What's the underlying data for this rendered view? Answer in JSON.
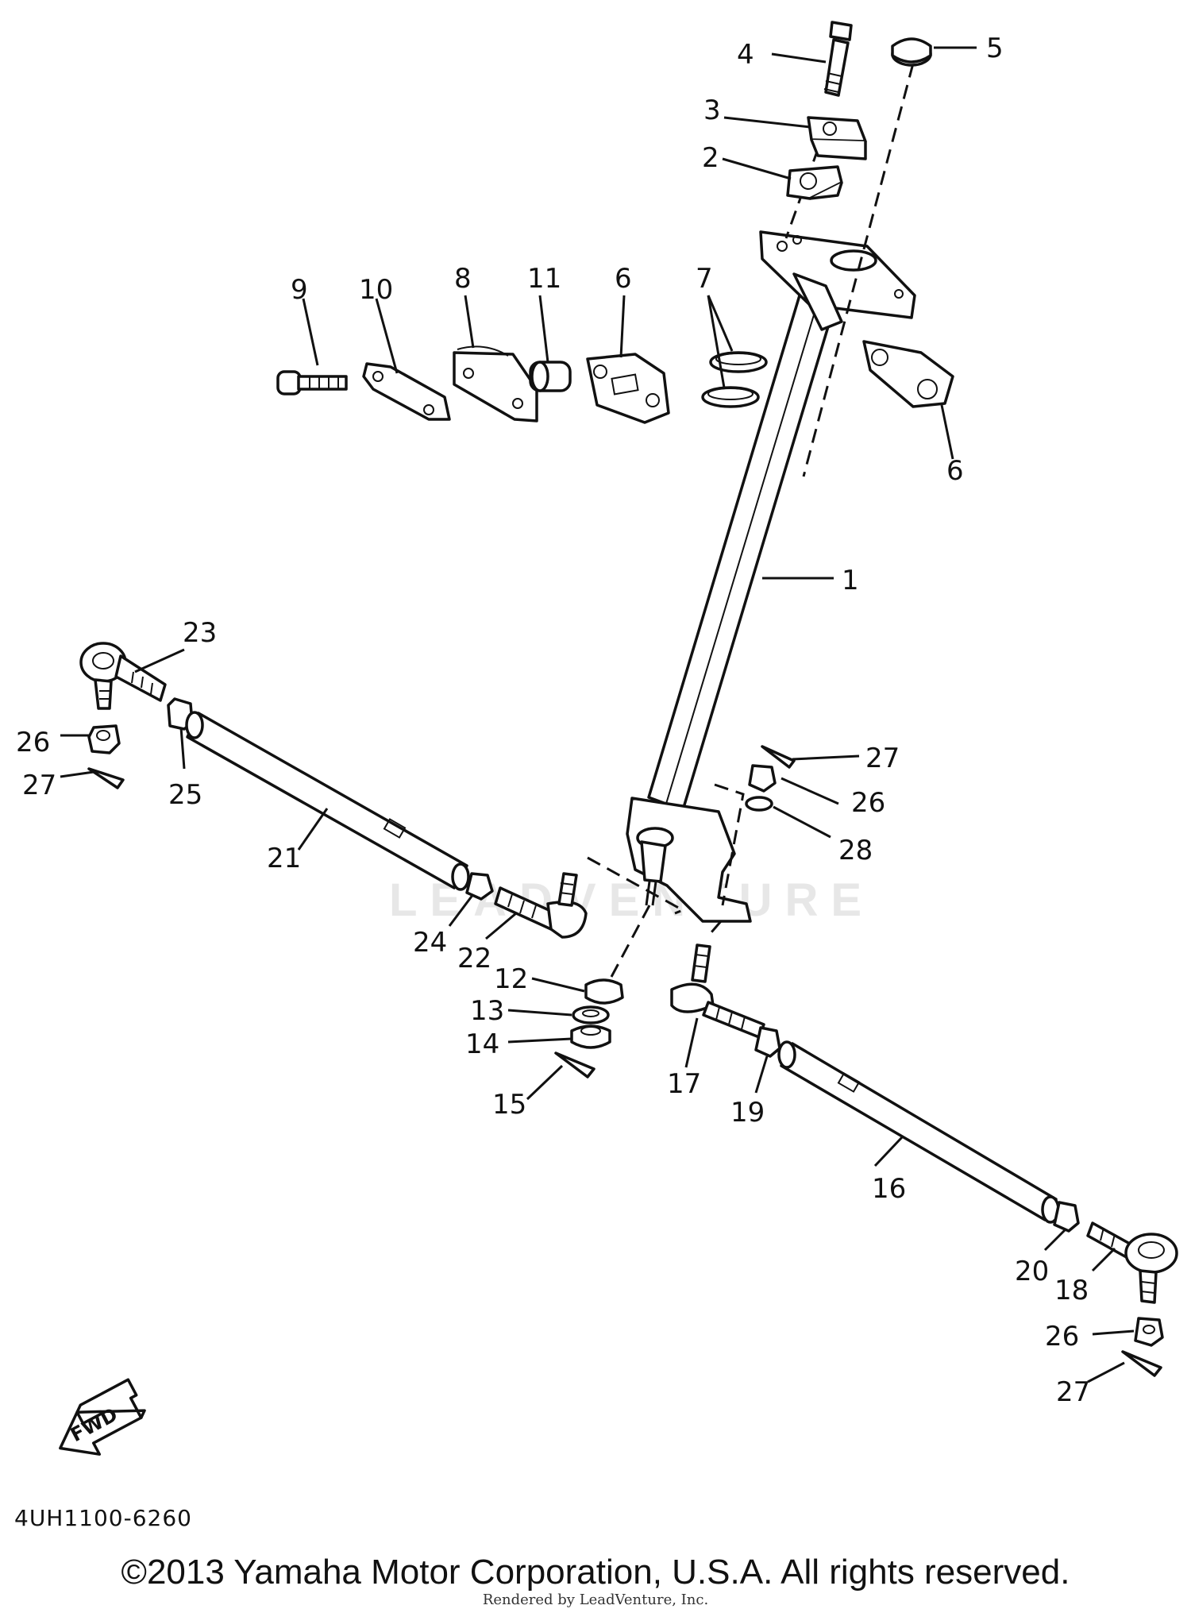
{
  "diagram": {
    "callouts": [
      "1",
      "2",
      "3",
      "4",
      "5",
      "6",
      "6",
      "7",
      "8",
      "9",
      "10",
      "11",
      "12",
      "13",
      "14",
      "15",
      "16",
      "17",
      "18",
      "19",
      "20",
      "21",
      "22",
      "23",
      "24",
      "25",
      "26",
      "26",
      "26",
      "27",
      "27",
      "27",
      "28"
    ],
    "fwd_label": "FWD",
    "watermark": "LEADVENTURE"
  },
  "footer": {
    "diagram_code": "4UH1100-6260",
    "copyright": "©2013 Yamaha Motor Corporation, U.S.A. All rights reserved.",
    "rendered_by": "Rendered by LeadVenture, Inc."
  }
}
